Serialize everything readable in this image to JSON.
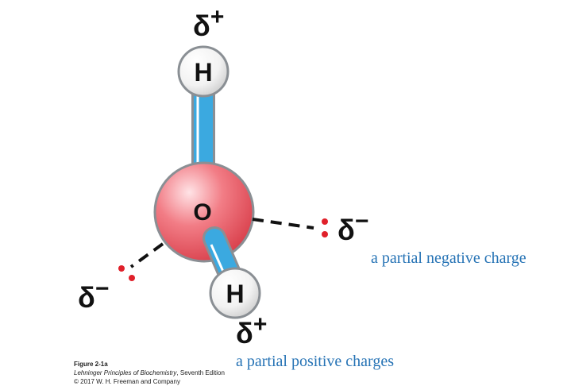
{
  "molecule": {
    "oxygen_label": "O",
    "hydrogen_top_label": "H",
    "hydrogen_bottom_label": "H",
    "delta_plus_top": "δ+",
    "delta_plus_bottom": "δ+",
    "delta_minus_right": "δ−",
    "delta_minus_left": "δ−"
  },
  "annotations": {
    "negative": "a partial negative charge",
    "positive": "a partial positive charges"
  },
  "caption": {
    "figure": "Figure 2-1a",
    "book_title": "Lehninger Principles of Biochemistry",
    "book_edition": ", Seventh Edition",
    "copyright": "© 2017 W. H. Freeman and Company"
  },
  "colors": {
    "oxygen": "#e8505b",
    "bond": "#3ba9e0",
    "lone_pair": "#e0202a",
    "annotation": "#2673b5"
  }
}
